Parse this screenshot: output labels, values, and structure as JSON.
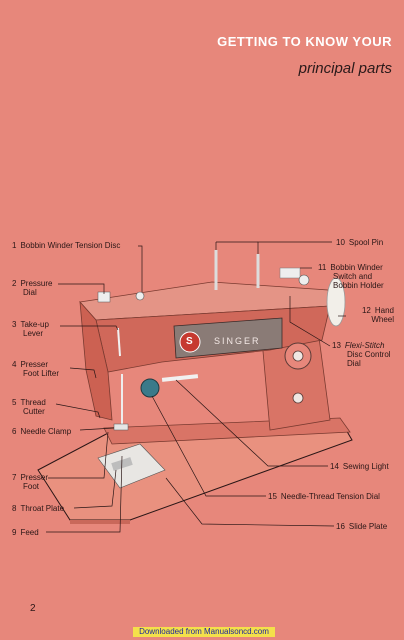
{
  "header": {
    "title": "GETTING TO KNOW YOUR",
    "subtitle": "principal parts"
  },
  "brand": {
    "logo_letter": "S",
    "wordmark": "SINGER"
  },
  "colors": {
    "page_background": "#e7877b",
    "machine_body": "#d97466",
    "leader_lines": "#2a1616"
  },
  "parts_left": [
    {
      "num": "1",
      "lines": [
        "Bobbin Winder Tension Disc"
      ]
    },
    {
      "num": "2",
      "lines": [
        "Pressure",
        "Dial"
      ]
    },
    {
      "num": "3",
      "lines": [
        "Take-up",
        "Lever"
      ]
    },
    {
      "num": "4",
      "lines": [
        "Presser",
        "Foot Lifter"
      ]
    },
    {
      "num": "5",
      "lines": [
        "Thread",
        "Cutter"
      ]
    },
    {
      "num": "6",
      "lines": [
        "Needle Clamp"
      ]
    },
    {
      "num": "7",
      "lines": [
        "Presser",
        "Foot"
      ]
    },
    {
      "num": "8",
      "lines": [
        "Throat Plate"
      ]
    },
    {
      "num": "9",
      "lines": [
        "Feed"
      ]
    }
  ],
  "parts_right": [
    {
      "num": "10",
      "lines": [
        "Spool Pin"
      ]
    },
    {
      "num": "11",
      "lines": [
        "Bobbin Winder",
        "Switch and",
        "Bobbin Holder"
      ]
    },
    {
      "num": "12",
      "lines": [
        "Hand",
        "Wheel"
      ]
    },
    {
      "num": "13",
      "lines": [
        "Flexi-Stitch",
        "Disc Control",
        "Dial"
      ]
    },
    {
      "num": "14",
      "lines": [
        "Sewing Light"
      ]
    },
    {
      "num": "15",
      "lines": [
        "Needle-Thread Tension Dial"
      ]
    },
    {
      "num": "16",
      "lines": [
        "Slide Plate"
      ]
    }
  ],
  "page_number": "2",
  "footer": "Downloaded from Manualsoncd.com"
}
